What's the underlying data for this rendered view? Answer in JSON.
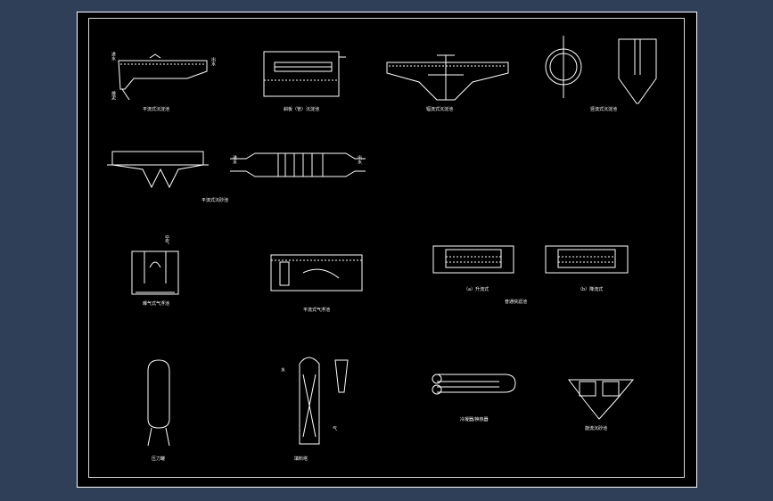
{
  "colors": {
    "page_background": "#2e3f57",
    "sheet_background": "#000000",
    "line": "#ffffff"
  },
  "captions": {
    "horizontal_flotation": "平流式沉淀池",
    "inclined_plate": "斜板（管）沉淀池",
    "radial_settling": "辐流式沉淀池",
    "vertical_settling": "竖流式沉淀池",
    "horizontal_grit": "平流式沉砂池",
    "aerated_flotation": "曝气式气浮池",
    "dissolved_air": "平流式气浮池",
    "filter_a": "（a）升流式",
    "filter_b": "（b）降流式",
    "filter_group": "普通快滤池",
    "pressure_tank": "压力罐",
    "packed_tower": "填料塔",
    "heat_exchanger": "冷凝器/换热器",
    "hydrocyclone": "旋流沉砂池"
  },
  "annotations": {
    "inlet": "进水",
    "outlet": "出水",
    "sludge": "排泥",
    "air": "空气",
    "gas": "气",
    "water": "水"
  }
}
